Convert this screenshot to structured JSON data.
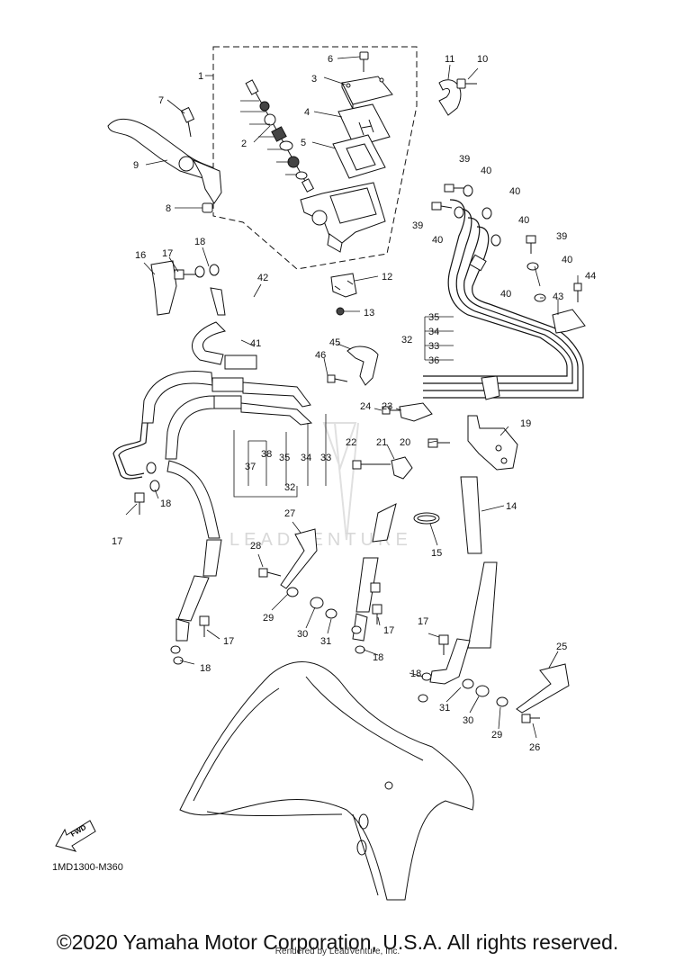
{
  "diagram": {
    "reference_code": "1MD1300-M360",
    "fwd_label": "FWD",
    "watermark": "LEADVENTURE",
    "copyright": "©2020 Yamaha Motor Corporation, U.S.A. All rights reserved.",
    "rendered_by": "Rendered by LeadVenture, Inc."
  },
  "callouts": [
    {
      "id": "c1",
      "text": "1"
    },
    {
      "id": "c2",
      "text": "2"
    },
    {
      "id": "c3",
      "text": "3"
    },
    {
      "id": "c4",
      "text": "4"
    },
    {
      "id": "c5",
      "text": "5"
    },
    {
      "id": "c6",
      "text": "6"
    },
    {
      "id": "c7",
      "text": "7"
    },
    {
      "id": "c8",
      "text": "8"
    },
    {
      "id": "c9",
      "text": "9"
    },
    {
      "id": "c10",
      "text": "10"
    },
    {
      "id": "c11",
      "text": "11"
    },
    {
      "id": "c12",
      "text": "12"
    },
    {
      "id": "c13",
      "text": "13"
    },
    {
      "id": "c14",
      "text": "14"
    },
    {
      "id": "c15",
      "text": "15"
    },
    {
      "id": "c16",
      "text": "16"
    },
    {
      "id": "c17a",
      "text": "17"
    },
    {
      "id": "c17b",
      "text": "17"
    },
    {
      "id": "c17c",
      "text": "17"
    },
    {
      "id": "c17d",
      "text": "17"
    },
    {
      "id": "c17e",
      "text": "17"
    },
    {
      "id": "c18a",
      "text": "18"
    },
    {
      "id": "c18b",
      "text": "18"
    },
    {
      "id": "c18c",
      "text": "18"
    },
    {
      "id": "c18d",
      "text": "18"
    },
    {
      "id": "c18e",
      "text": "18"
    },
    {
      "id": "c19",
      "text": "19"
    },
    {
      "id": "c20",
      "text": "20"
    },
    {
      "id": "c21",
      "text": "21"
    },
    {
      "id": "c22",
      "text": "22"
    },
    {
      "id": "c23",
      "text": "23"
    },
    {
      "id": "c24",
      "text": "24"
    },
    {
      "id": "c25",
      "text": "25"
    },
    {
      "id": "c26",
      "text": "26"
    },
    {
      "id": "c27",
      "text": "27"
    },
    {
      "id": "c28",
      "text": "28"
    },
    {
      "id": "c29a",
      "text": "29"
    },
    {
      "id": "c29b",
      "text": "29"
    },
    {
      "id": "c30a",
      "text": "30"
    },
    {
      "id": "c30b",
      "text": "30"
    },
    {
      "id": "c31a",
      "text": "31"
    },
    {
      "id": "c31b",
      "text": "31"
    },
    {
      "id": "c32a",
      "text": "32"
    },
    {
      "id": "c32b",
      "text": "32"
    },
    {
      "id": "c33a",
      "text": "33"
    },
    {
      "id": "c33b",
      "text": "33"
    },
    {
      "id": "c34a",
      "text": "34"
    },
    {
      "id": "c34b",
      "text": "34"
    },
    {
      "id": "c35a",
      "text": "35"
    },
    {
      "id": "c35b",
      "text": "35"
    },
    {
      "id": "c36",
      "text": "36"
    },
    {
      "id": "c37",
      "text": "37"
    },
    {
      "id": "c38",
      "text": "38"
    },
    {
      "id": "c39a",
      "text": "39"
    },
    {
      "id": "c39b",
      "text": "39"
    },
    {
      "id": "c39c",
      "text": "39"
    },
    {
      "id": "c40a",
      "text": "40"
    },
    {
      "id": "c40b",
      "text": "40"
    },
    {
      "id": "c40c",
      "text": "40"
    },
    {
      "id": "c40d",
      "text": "40"
    },
    {
      "id": "c40e",
      "text": "40"
    },
    {
      "id": "c40f",
      "text": "40"
    },
    {
      "id": "c41",
      "text": "41"
    },
    {
      "id": "c42",
      "text": "42"
    },
    {
      "id": "c43",
      "text": "43"
    },
    {
      "id": "c44",
      "text": "44"
    },
    {
      "id": "c45",
      "text": "45"
    },
    {
      "id": "c46",
      "text": "46"
    }
  ]
}
